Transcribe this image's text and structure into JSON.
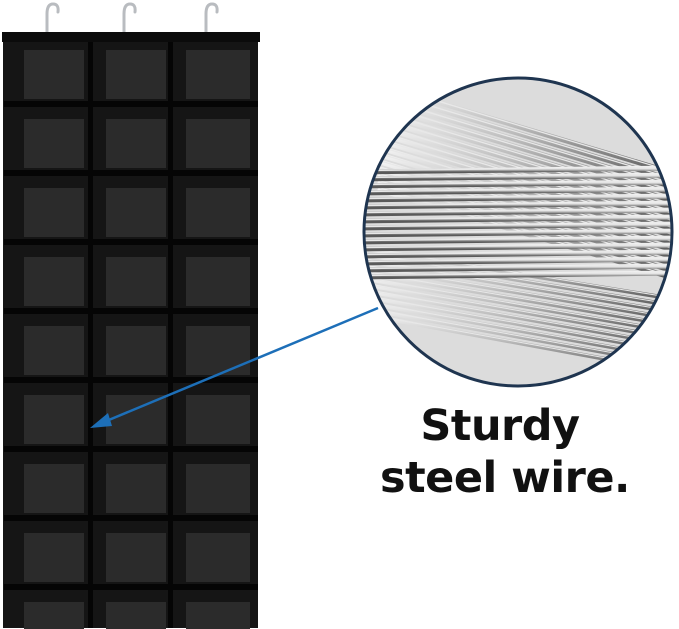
{
  "caption": {
    "line1": "Sturdy",
    "line2": "steel wire."
  },
  "colors": {
    "organizer": "#151515",
    "pocket_back": "#2b2b2b",
    "shelf_edge": "#050505",
    "hook": "#b9bcc0",
    "magnifier_ring": "#1f3550",
    "arrow": "#1d6fb8",
    "wire_light": "#e8e8e8",
    "wire_dark": "#5d5d5d",
    "caption_text": "#111111"
  },
  "icons": [
    "hanger-hook",
    "arrow-pointer",
    "magnifier-circle"
  ]
}
